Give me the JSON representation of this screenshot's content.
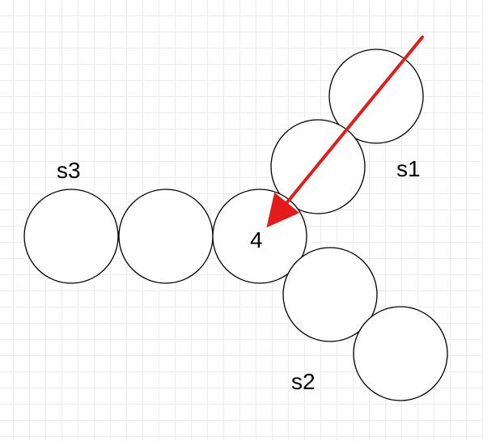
{
  "labels": {
    "s1": "s1",
    "s2": "s2",
    "s3": "s3",
    "center": "4"
  },
  "colors": {
    "arrow": "#e31b1b",
    "stroke": "#000000",
    "grid": "#ececec",
    "background": "#ffffff"
  }
}
